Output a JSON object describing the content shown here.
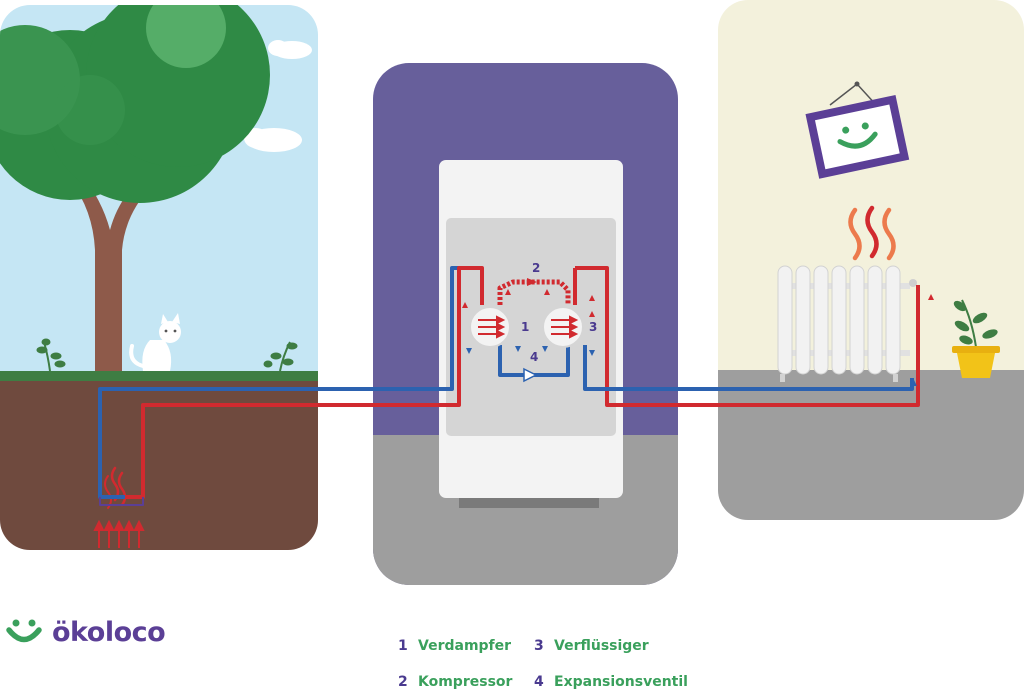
{
  "brand": {
    "name": "ökoloco"
  },
  "diagram": {
    "step_labels": [
      "1",
      "2",
      "3",
      "4"
    ]
  },
  "legend": {
    "items": [
      {
        "num": "1",
        "label": "Verdampfer"
      },
      {
        "num": "2",
        "label": "Kompressor"
      },
      {
        "num": "3",
        "label": "Verflüssiger"
      },
      {
        "num": "4",
        "label": "Expansionsventil"
      }
    ]
  },
  "colors": {
    "sky": "#c5e6f4",
    "ground": "#6f4a3e",
    "grass": "#3e7d43",
    "tree_dark": "#2f8a45",
    "tree_light": "#44a35c",
    "trunk": "#8e5a4a",
    "heatpump_frame": "#675f9b",
    "floor": "#9e9e9e",
    "unit_body": "#f3f3f3",
    "unit_inner": "#d5d5d5",
    "room_wall": "#f3f1dc",
    "hot_pipe": "#d12a2f",
    "cold_pipe": "#2c62b0",
    "accent_purple": "#4a3a8f",
    "accent_green": "#3aa05c",
    "plant_pot": "#f2c318"
  }
}
